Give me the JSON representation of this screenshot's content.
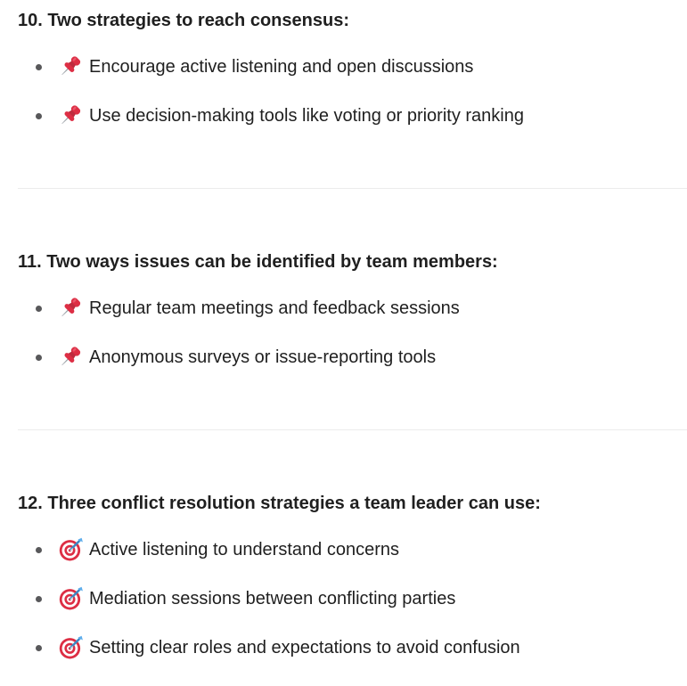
{
  "page": {
    "background_color": "#ffffff",
    "text_color": "#1f1f1f",
    "divider_color": "#ececec",
    "bullet_dot_color": "#58585a",
    "emoji_red": "#dd2e44",
    "dart_blue": "#3b88c3",
    "needle_silver": "#9aa0a6"
  },
  "sections": [
    {
      "heading": "10. Two strategies to reach consensus:",
      "bullet_icon": "pushpin-emoji",
      "items": [
        {
          "text": "Encourage active listening and open discussions"
        },
        {
          "text": "Use decision-making tools like voting or priority ranking"
        }
      ]
    },
    {
      "heading": "11. Two ways issues can be identified by team members:",
      "bullet_icon": "pushpin-emoji",
      "items": [
        {
          "text": "Regular team meetings and feedback sessions"
        },
        {
          "text": "Anonymous surveys or issue-reporting tools"
        }
      ]
    },
    {
      "heading": "12. Three conflict resolution strategies a team leader can use:",
      "bullet_icon": "dart-emoji",
      "items": [
        {
          "text": "Active listening to understand concerns"
        },
        {
          "text": "Mediation sessions between conflicting parties"
        },
        {
          "text": "Setting clear roles and expectations to avoid confusion"
        }
      ]
    }
  ]
}
